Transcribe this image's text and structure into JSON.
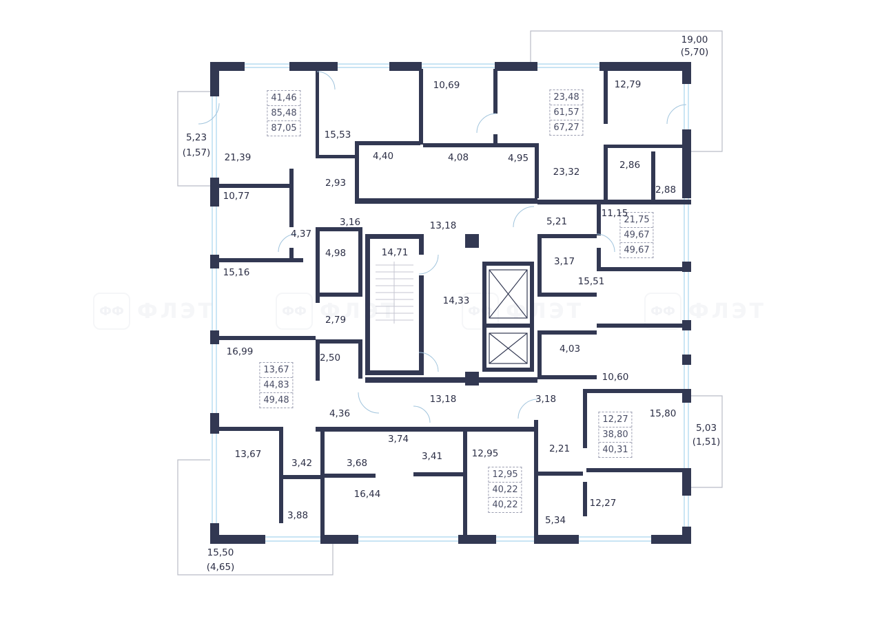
{
  "watermark": {
    "mark": "ФФ",
    "text": "ФЛЭТ"
  },
  "colors": {
    "wall": "#323852",
    "window": "#a8d4ee",
    "text": "#2b2e45"
  },
  "balconies": [
    {
      "area": "19,00",
      "reduced": "(5,70)"
    },
    {
      "area": "5,23",
      "reduced": "(1,57)"
    },
    {
      "area": "5,03",
      "reduced": "(1,51)"
    },
    {
      "area": "15,50",
      "reduced": "(4,65)"
    }
  ],
  "apartments": [
    {
      "living": "41,46",
      "total": "85,48",
      "total_with_balcony": "87,05"
    },
    {
      "living": "23,48",
      "total": "61,57",
      "total_with_balcony": "67,27"
    },
    {
      "living": "21,75",
      "total": "49,67",
      "total_with_balcony": "49,67"
    },
    {
      "living": "13,67",
      "total": "44,83",
      "total_with_balcony": "49,48"
    },
    {
      "living": "12,27",
      "total": "38,80",
      "total_with_balcony": "40,31"
    },
    {
      "living": "12,95",
      "total": "40,22",
      "total_with_balcony": "40,22"
    }
  ],
  "rooms": [
    "21,39",
    "15,53",
    "10,69",
    "4,40",
    "4,08",
    "2,93",
    "4,95",
    "12,79",
    "23,32",
    "2,86",
    "2,88",
    "10,77",
    "4,37",
    "3,16",
    "13,18",
    "5,21",
    "11,15",
    "4,98",
    "14,71",
    "14,33",
    "3,17",
    "15,51",
    "15,16",
    "2,79",
    "16,99",
    "2,50",
    "4,03",
    "10,60",
    "13,18",
    "4,36",
    "3,18",
    "15,80",
    "13,67",
    "3,42",
    "3,68",
    "3,74",
    "3,41",
    "12,95",
    "2,21",
    "16,44",
    "12,27",
    "3,88",
    "5,34"
  ]
}
